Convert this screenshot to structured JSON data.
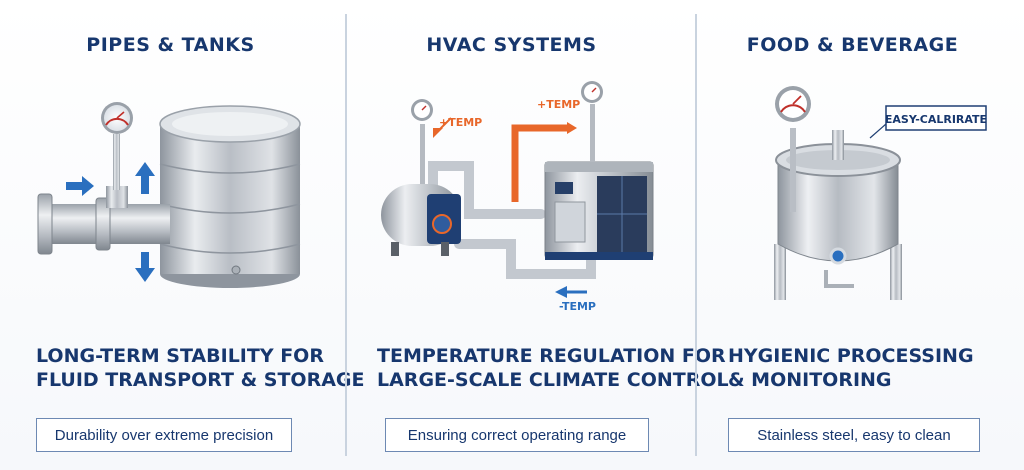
{
  "panels": [
    {
      "title": "PIPES & TANKS",
      "headline_line1": "LONG-TERM STABILITY FOR",
      "headline_line2": "FLUID TRANSPORT & STORAGE",
      "caption": "Durability over extreme precision"
    },
    {
      "title": "HVAC SYSTEMS",
      "headline_line1": "TEMPERATURE REGULATION FOR",
      "headline_line2": "LARGE-SCALE CLIMATE CONTROL",
      "caption": "Ensuring correct operating range",
      "label_temp_plus_left": "+TEMP",
      "label_temp_plus_top": "+TEMP",
      "label_temp_minus": "-TEMP"
    },
    {
      "title": "FOOD & BEVERAGE",
      "headline_line1": "HYGIENIC PROCESSING",
      "headline_line2": "& MONITORING",
      "caption": "Stainless steel, easy to clean",
      "callout": "EASY-CALRIRATE"
    }
  ],
  "colors": {
    "navy": "#17376e",
    "arrow_blue": "#2a6fbf",
    "hot_orange": "#e8672a",
    "steel": "#c3c8cf",
    "divider": "#c9d3df"
  },
  "icons": [
    "pressure-gauge-icon",
    "flow-arrow-icon",
    "storage-tank-icon",
    "boiler-icon",
    "chiller-unit-icon",
    "process-vessel-icon"
  ]
}
